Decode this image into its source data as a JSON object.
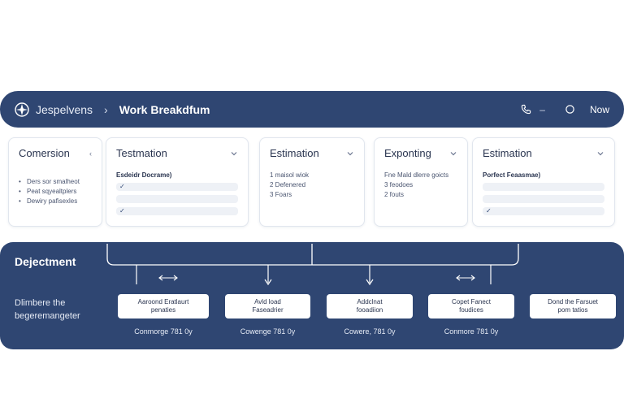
{
  "header": {
    "brand": "Jespelvens",
    "separator": "›",
    "title": "Work Breakdfum",
    "dash": "–",
    "now_label": "Now"
  },
  "cards": [
    {
      "title": "Comersion",
      "items": [
        "Ders sor smalheot",
        "Peat sqyealtplers",
        "Dewiry pafisexles"
      ]
    },
    {
      "title": "Testmation",
      "field_label": "Esdeidr Docrame)",
      "bars": [
        {
          "check": "✓"
        },
        {
          "check": ""
        },
        {
          "check": "✓"
        }
      ]
    },
    {
      "title": "Estimation",
      "items": [
        "1 maisol wiok",
        "2 Defenered",
        "3 Foars"
      ]
    },
    {
      "title": "Exponting",
      "items": [
        "Fne Mald dlerre goicts",
        "3 feodoes",
        "2 fouts"
      ]
    },
    {
      "title": "Estimation",
      "field_label": "Porfect Feaasmae)",
      "bars": [
        {
          "check": ""
        },
        {
          "check": ""
        },
        {
          "check": "✓"
        }
      ]
    }
  ],
  "panel": {
    "title": "Dejectment",
    "description": "Dlimbere the begeremangeter",
    "nodes": [
      {
        "line1": "Aaroond Eratlaurt",
        "line2": "penaties"
      },
      {
        "line1": "Avld load",
        "line2": "Faseadrier"
      },
      {
        "line1": "Addclnat",
        "line2": "fooadiion"
      },
      {
        "line1": "Copet Fanect",
        "line2": "foudices"
      },
      {
        "line1": "Dond the Farsuet",
        "line2": "pom tatios"
      }
    ],
    "captions": [
      "Conmorge 781 0y",
      "Cowenge 781 0y",
      "Cowere, 781 0y",
      "Conmore 781 0y"
    ]
  },
  "colors": {
    "navy": "#2f4672",
    "card_border": "#e1e6ee",
    "bar_fill": "#eef1f6",
    "white": "#ffffff"
  },
  "icons": {
    "logo": "compass-logo-icon",
    "phone": "phone-icon",
    "status": "circle-icon",
    "chevron": "chevron-down-icon"
  }
}
